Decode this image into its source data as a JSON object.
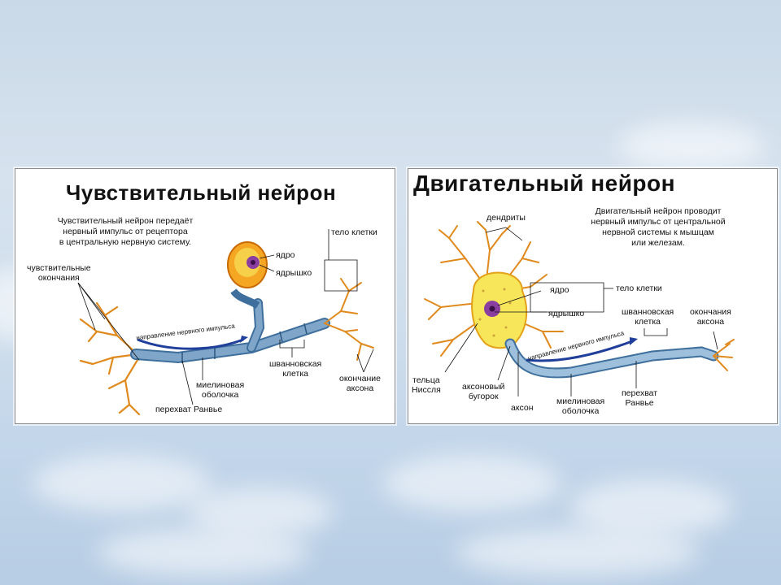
{
  "sensory": {
    "title": "Чувствительный нейрон",
    "description": [
      "Чувствительный нейрон передаёт",
      "нервный импульс от рецептора",
      "в центральную нервную систему."
    ],
    "labels": {
      "cell_body": "тело клетки",
      "nucleus": "ядро",
      "nucleolus": "ядрышко",
      "sensory_endings": [
        "чувствительные",
        "окончания"
      ],
      "impulse_direction": "направление нервного импульса",
      "schwann_cell": [
        "шванновская",
        "клетка"
      ],
      "myelin_sheath": [
        "миелиновая",
        "оболочка"
      ],
      "node_of_ranvier": "перехват Ранвье",
      "axon_ending": [
        "окончание",
        "аксона"
      ]
    }
  },
  "motor": {
    "title": "Двигательный нейрон",
    "description": [
      "Двигательный нейрон проводит",
      "нервный импульс от центральной",
      "нервной системы к мышцам",
      "или железам."
    ],
    "labels": {
      "dendrites": "дендриты",
      "nucleus": "ядро",
      "nucleolus": "ядрышко",
      "cell_body": "тело клетки",
      "schwann_cell": [
        "шванновская",
        "клетка"
      ],
      "axon_endings": [
        "окончания",
        "аксона"
      ],
      "impulse_direction": "направление нервного импульса",
      "nissl_bodies": [
        "тельца",
        "Ниссля"
      ],
      "axon_hillock": [
        "аксоновый",
        "бугорок"
      ],
      "axon": "аксон",
      "myelin_sheath": [
        "миелиновая",
        "оболочка"
      ],
      "node_of_ranvier": [
        "перехват",
        "Ранвье"
      ]
    }
  },
  "colors": {
    "axon_blue": "#7fa6c9",
    "axon_dark": "#3f6f9c",
    "arrow_blue": "#1f3f9a",
    "dendrite_orange": "#e08a1e",
    "cell_yellow": "#f7e65a",
    "cell_orange": "#f5a623",
    "nucleus_purple": "#8a3fa0"
  }
}
